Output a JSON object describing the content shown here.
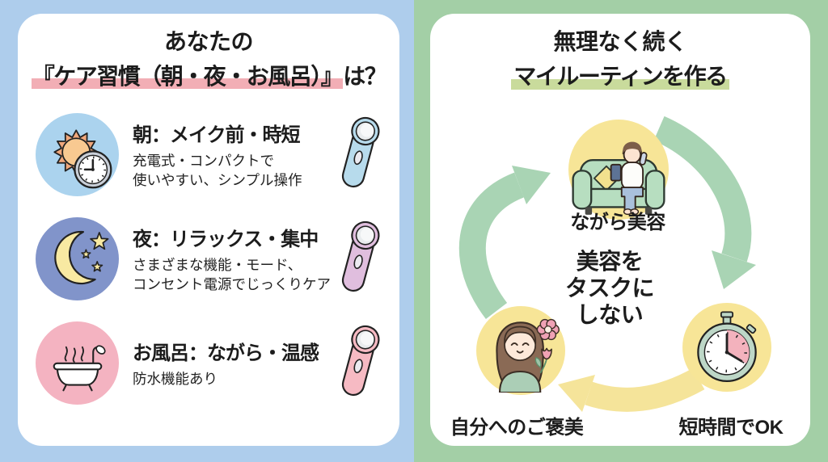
{
  "left_panel": {
    "title_line1": "あなたの",
    "title_line2_highlight": "『ケア習慣（朝・夜・お風呂）』",
    "title_line2_tail": "は？",
    "rows": [
      {
        "icon": "sun-clock-icon",
        "heading": "朝：メイク前・時短",
        "desc1": "充電式・コンパクトで",
        "desc2": "使いやすい、シンプル操作",
        "device": "blue-facial-device"
      },
      {
        "icon": "moon-stars-icon",
        "heading": "夜：リラックス・集中",
        "desc1": "さまざまな機能・モード、",
        "desc2": "コンセント電源でじっくりケア",
        "device": "purple-facial-device"
      },
      {
        "icon": "bathtub-icon",
        "heading": "お風呂：ながら・温感",
        "desc1": "防水機能あり",
        "desc2": "",
        "device": "pink-facial-device"
      }
    ]
  },
  "right_panel": {
    "title_line1": "無理なく続く",
    "title_line2": "マイルーティンを作る",
    "center_line1": "美容を",
    "center_line2": "タスクに",
    "center_line3": "しない",
    "nodes": {
      "top": {
        "label": "ながら美容",
        "icon": "woman-on-sofa-with-phone"
      },
      "right": {
        "label": "短時間でOK",
        "icon": "stopwatch-icon"
      },
      "left": {
        "label": "自分へのご褒美",
        "icon": "woman-with-flowers"
      }
    }
  },
  "colors": {
    "left_bg": "#aecdec",
    "right_bg": "#a3cfa6",
    "card_bg": "#ffffff",
    "text": "#1c1c1c",
    "pink_marker": "#f2aeb5",
    "green_marker": "#c9db9c",
    "node_yellow": "#f7e597",
    "arrow_green": "#a9d4b4",
    "arrow_yellow": "#f5e49a",
    "icon_morning_bg": "#abd3ee",
    "icon_night_bg": "#8194ca",
    "icon_bath_bg": "#f4b3c1",
    "device_blue": "#b7dbec",
    "device_purple": "#e0bede",
    "device_pink": "#f6bac3"
  }
}
